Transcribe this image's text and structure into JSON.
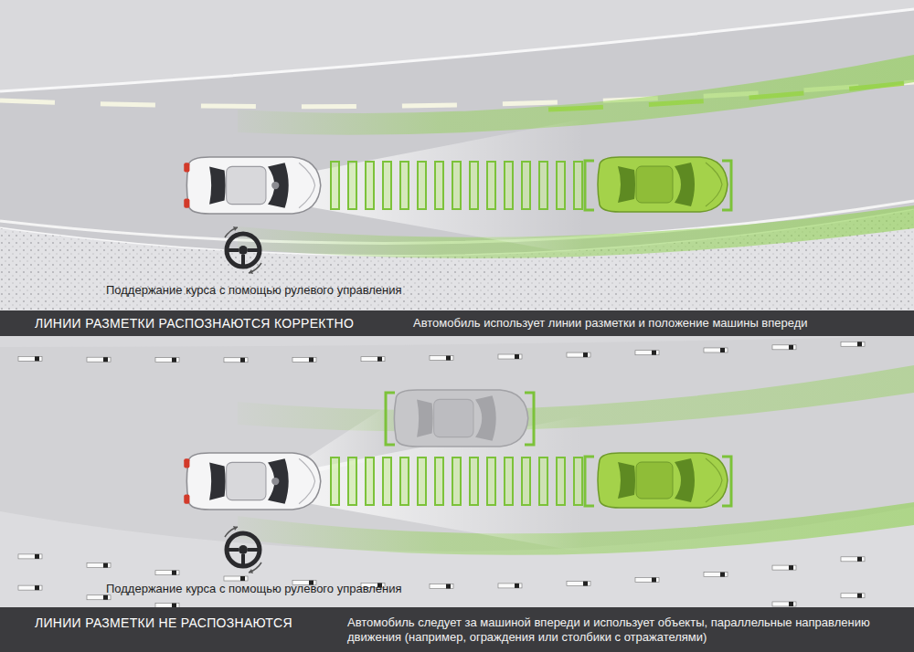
{
  "diagram": {
    "nodes": [
      {
        "text": [
          "ЛИНИИ РАЗМЕТКИ РАСПОЗНАЮТСЯ КОРРЕКТНО",
          "Автомобиль использует линии разметки и положение машины впереди"
        ]
      },
      {
        "text": [
          "ЛИНИИ РАЗМЕТКИ НЕ РАСПОЗНАЮТСЯ",
          "Автомобиль следует за машиной впереди и использует объекты, параллельные направлению движения (например, ограждения или столбики с отражателями)"
        ]
      }
    ],
    "labels": [
      "Поддержание курса с помощью рулевого управления",
      "Поддержание курса с помощью рулевого управления"
    ]
  }
}
